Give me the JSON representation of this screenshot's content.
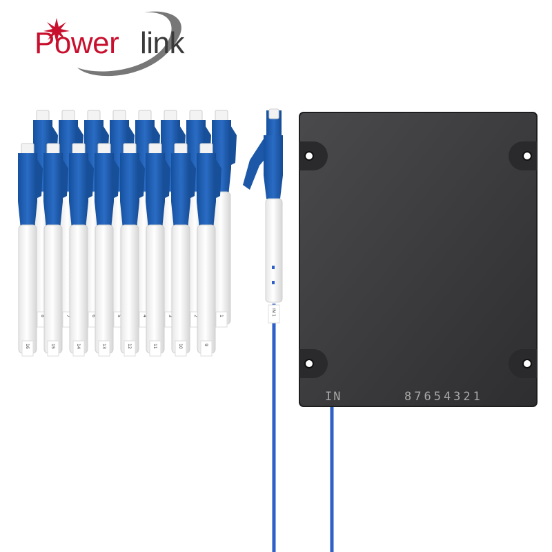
{
  "brand": {
    "name_part1": "Power",
    "name_part2": "link",
    "color_red": "#c8102e",
    "color_dark": "#3a3a3a",
    "color_swoosh": "#777777"
  },
  "splitter_box": {
    "input_label": "IN",
    "output_ports_label": "87654321",
    "body_color": "#3b3b3d"
  },
  "input_connector": {
    "tag_label": "IN 1",
    "fiber_color": "#2f5fc8"
  },
  "output_connectors": {
    "front_row_labels": [
      "16",
      "15",
      "14",
      "13",
      "12",
      "11",
      "10",
      "9"
    ],
    "back_row_labels": [
      "8",
      "7",
      "6",
      "5",
      "4",
      "3",
      "2",
      "1"
    ],
    "connector_color": "#1f5fb3",
    "fiber_color": "#f2c218"
  }
}
